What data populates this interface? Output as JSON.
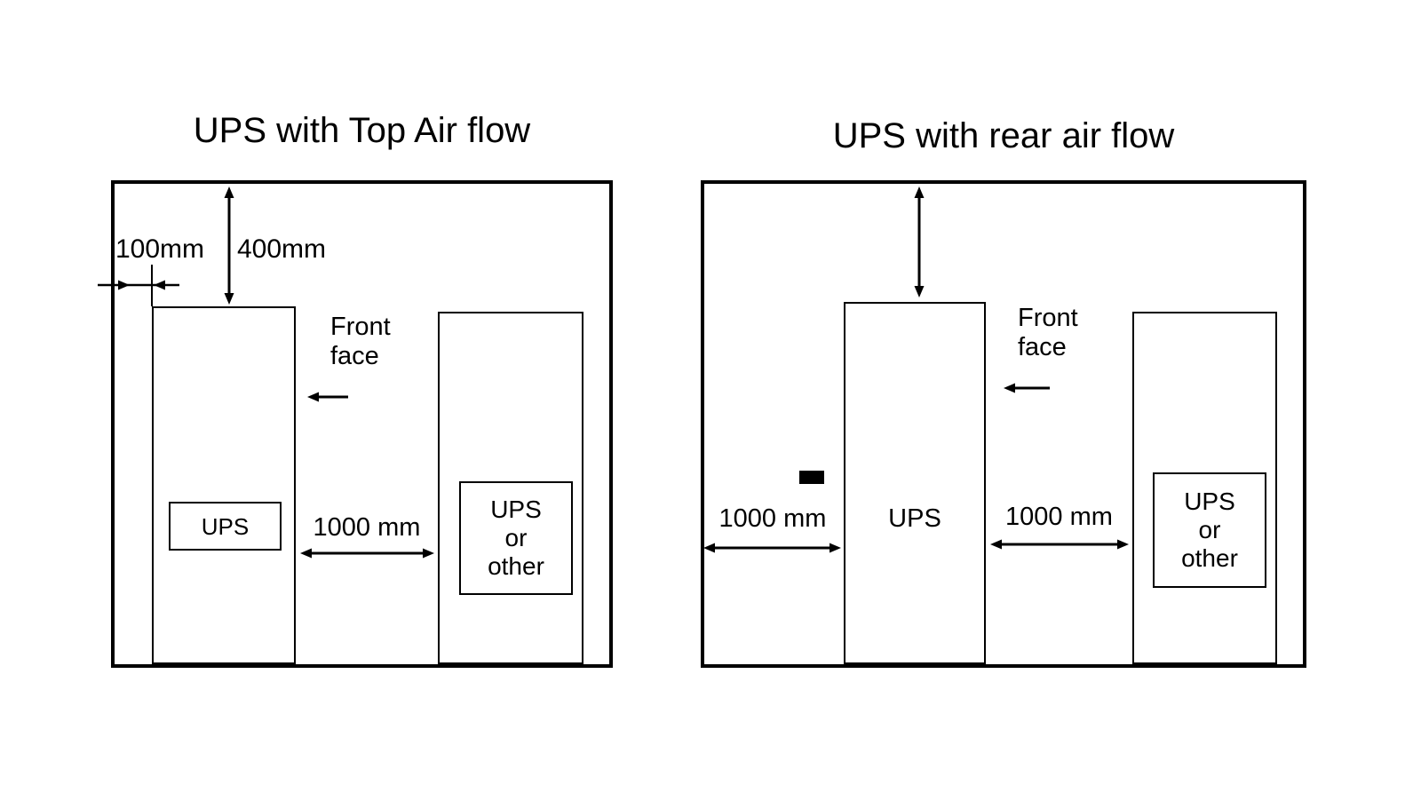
{
  "canvas": {
    "background": "#ffffff",
    "line_color": "#000000"
  },
  "left": {
    "title": "UPS with Top Air flow",
    "wall_clearance_label": "100mm",
    "top_clearance_label": "400mm",
    "front_face_label": "Front\nface",
    "ups_label": "UPS",
    "aisle_label": "1000 mm",
    "other_label": "UPS\nor\nother"
  },
  "right": {
    "title": "UPS with rear air flow",
    "front_face_label": "Front\nface",
    "ups_label": "UPS",
    "aisle_left_label": "1000 mm",
    "aisle_right_label": "1000 mm",
    "other_label": "UPS\nor\nother"
  }
}
